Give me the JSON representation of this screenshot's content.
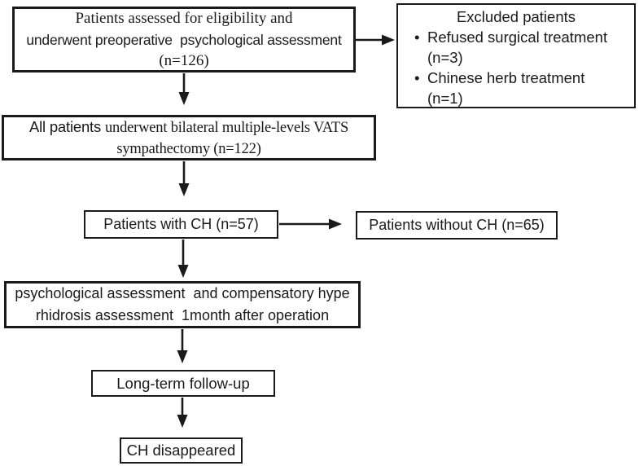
{
  "colors": {
    "ink": "#1a1a1a",
    "background": "#ffffff"
  },
  "boxes": {
    "eligibility": {
      "line1": "Patients assessed for eligibility and",
      "line2": "underwent preoperative  psychological assessment",
      "line3": "(n=126)"
    },
    "excluded": {
      "title": "Excluded patients",
      "bullet_glyph": "•",
      "items": [
        {
          "text": "Refused surgical treatment",
          "count": "(n=3)"
        },
        {
          "text": "Chinese herb treatment",
          "count": "(n=1)"
        }
      ]
    },
    "sympathectomy": {
      "line1_run1": "All patients ",
      "line1_run2": "underwent bilateral multiple-levels VATS",
      "line2": "sympathectomy (n=122)"
    },
    "with_ch": {
      "text": "Patients with CH (n=57)"
    },
    "without_ch": {
      "text": "Patients without CH (n=65)"
    },
    "post_op_assessment": {
      "line1": "psychological assessment  and compensatory hype",
      "line2": "rhidrosis assessment  1month after operation"
    },
    "follow_up": {
      "text": "Long-term follow-up"
    },
    "ch_disappeared": {
      "text": "CH disappeared"
    }
  }
}
